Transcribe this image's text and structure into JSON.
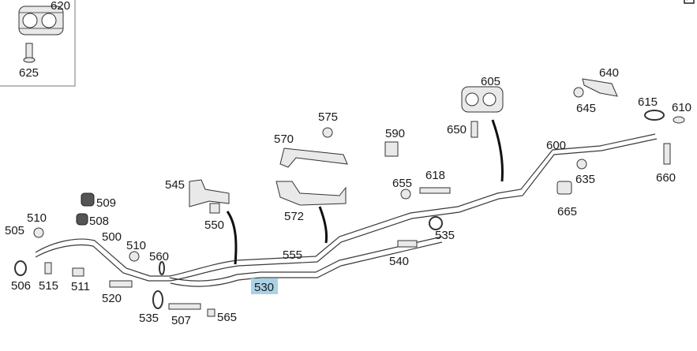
{
  "corner_icon": "export-icon",
  "highlight_color": "#a9d2e6",
  "labels": {
    "p620": "620",
    "p625": "625",
    "p640": "640",
    "p605": "605",
    "p645": "645",
    "p615": "615",
    "p610": "610",
    "p650": "650",
    "p575": "575",
    "p570": "570",
    "p590": "590",
    "p600": "600",
    "p660": "660",
    "p635": "635",
    "p618": "618",
    "p655": "655",
    "p665": "665",
    "p545": "545",
    "p572": "572",
    "p550": "550",
    "p509": "509",
    "p508": "508",
    "p510a": "510",
    "p505": "505",
    "p500": "500",
    "p510b": "510",
    "p560": "560",
    "p555": "555",
    "p535a": "535",
    "p540": "540",
    "p530": "530",
    "p506": "506",
    "p515": "515",
    "p511": "511",
    "p520": "520",
    "p535b": "535",
    "p507": "507",
    "p565": "565"
  }
}
